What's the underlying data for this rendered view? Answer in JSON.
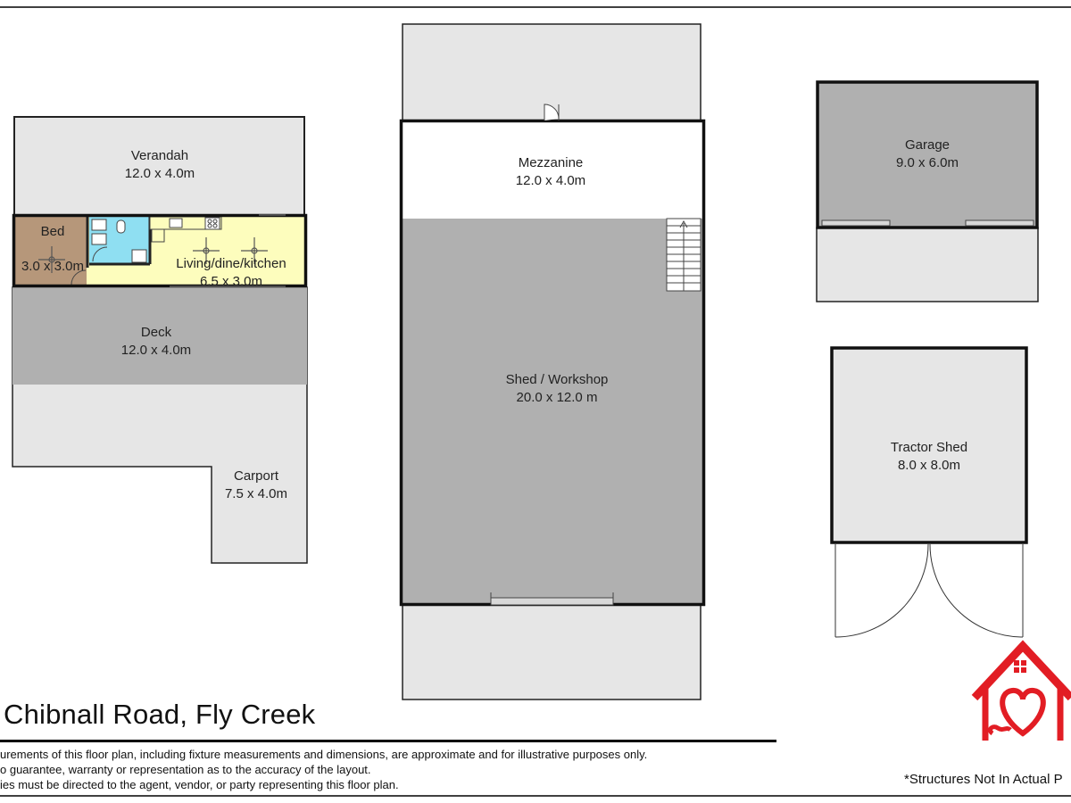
{
  "plan": {
    "rooms": {
      "verandah": {
        "name": "Verandah",
        "size": "12.0 x 4.0m"
      },
      "bed": {
        "name": "Bed",
        "size": "3.0 x 3.0m"
      },
      "living": {
        "name": "Living/dine/kitchen",
        "size": "6.5 x 3.0m"
      },
      "deck": {
        "name": "Deck",
        "size": "12.0 x 4.0m"
      },
      "carport": {
        "name": "Carport",
        "size": "7.5 x 4.0m"
      },
      "mezzanine": {
        "name": "Mezzanine",
        "size": "12.0 x 4.0m"
      },
      "shed": {
        "name": "Shed / Workshop",
        "size": "20.0 x 12.0 m"
      },
      "garage": {
        "name": "Garage",
        "size": "9.0 x 6.0m"
      },
      "tractor": {
        "name": "Tractor Shed",
        "size": "8.0 x 8.0m"
      }
    },
    "colors": {
      "bed_fill": "#b6977a",
      "living_fill": "#fdfdbd",
      "bath_fill": "#8fdff2",
      "dark_grey": "#b0b0b0",
      "light_grey": "#e6e6e6",
      "logo_red": "#e21d24"
    }
  },
  "footer": {
    "address": "Chibnall Road, Fly Creek",
    "disclaimer_line1": "urements of this floor plan, including fixture measurements and dimensions, are approximate and for illustrative purposes only.",
    "disclaimer_line2": "o guarantee, warranty or representation as to the accuracy of the layout.",
    "disclaimer_line3": "ies must be directed to the agent, vendor, or party representing this floor plan.",
    "structures_note": "*Structures Not In Actual P"
  },
  "logo": {
    "icon": "house-heart-icon"
  }
}
